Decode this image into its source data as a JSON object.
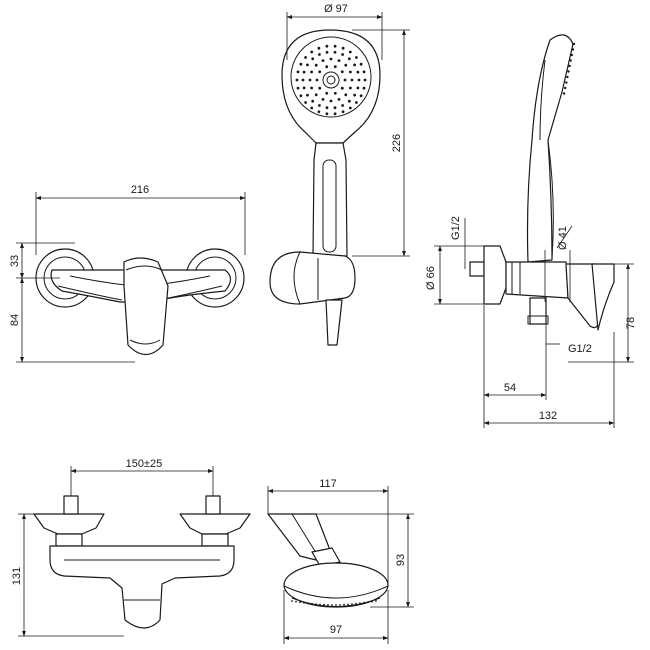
{
  "dimensions": {
    "front_width": "216",
    "front_upper": "33",
    "front_lower": "84",
    "head_diameter": "Ø 97",
    "handset_length": "226",
    "side_inlet_thread": "G1/2",
    "side_body_diameter": "Ø 66",
    "side_outlet_diameter": "Ø 41",
    "side_outlet_thread": "G1/2",
    "side_outlet_offset": "54",
    "side_depth": "132",
    "side_height": "78",
    "bottom_centers": "150±25",
    "bottom_height": "131",
    "plan_depth": "117",
    "plan_height": "93",
    "plan_head_width": "97"
  },
  "colors": {
    "line": "#1a1a1a",
    "background": "#ffffff"
  }
}
